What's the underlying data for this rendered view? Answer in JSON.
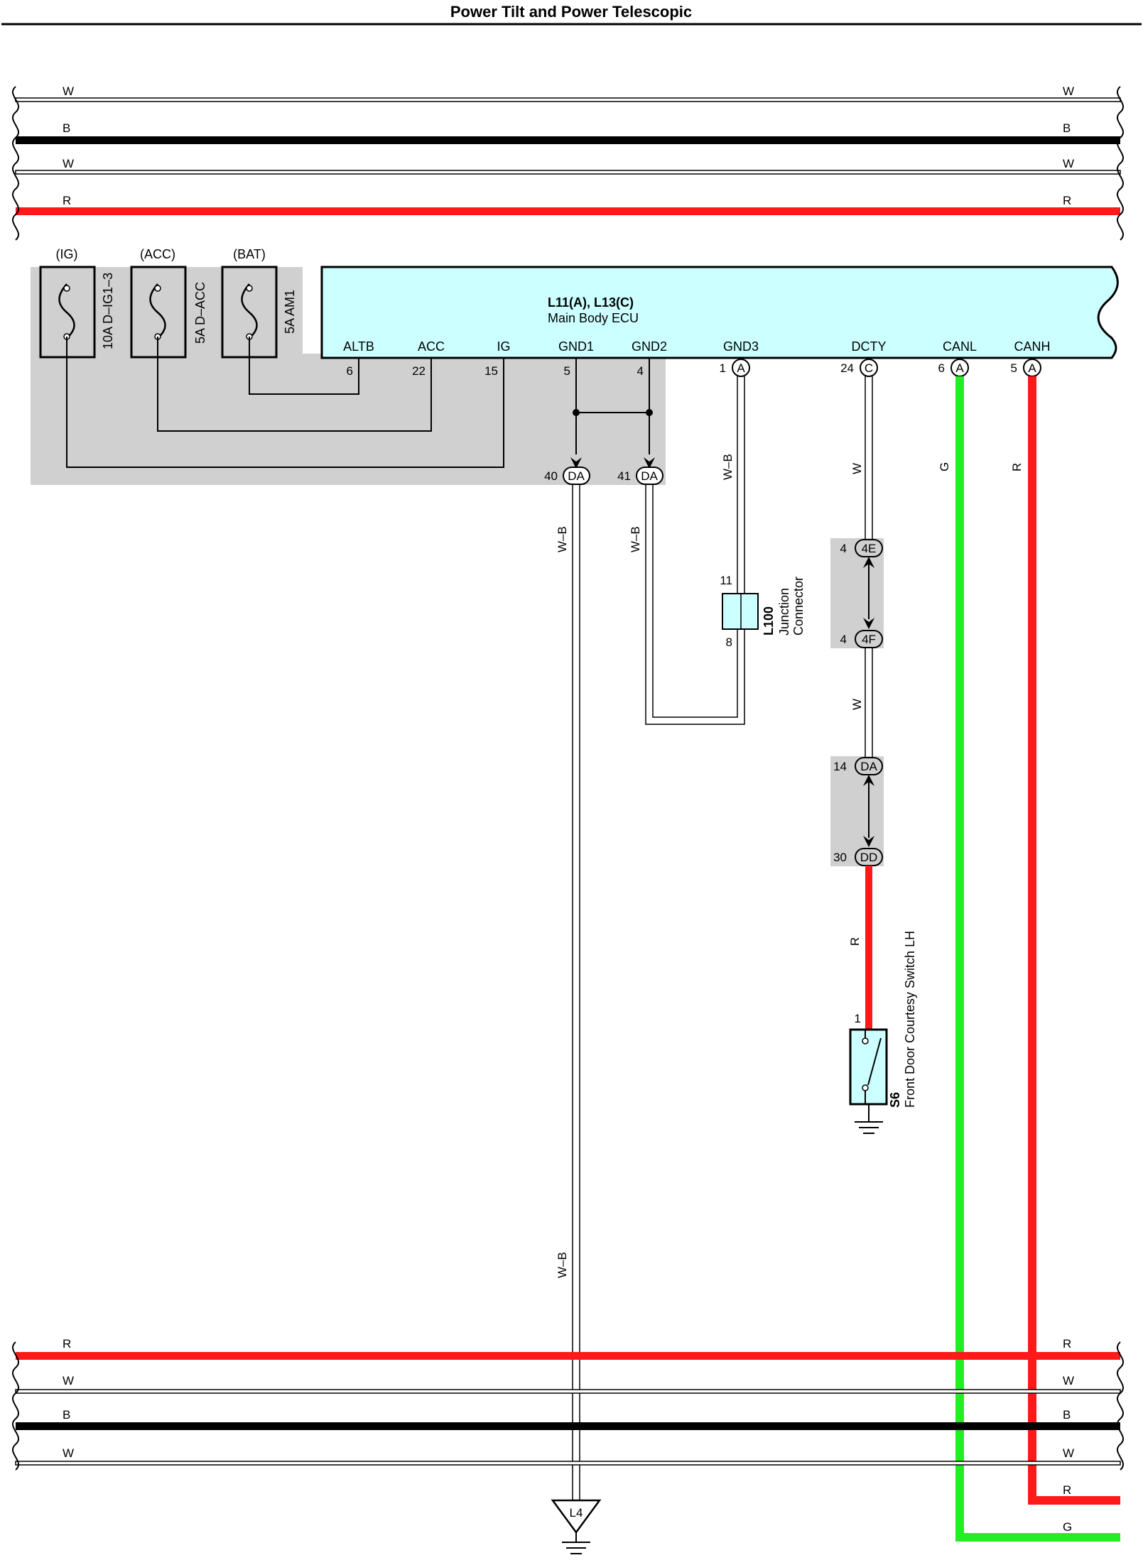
{
  "title": "Power Tilt and Power Telescopic",
  "colors": {
    "red": "#ff1a1a",
    "green": "#22ee22",
    "black": "#000000",
    "ecu_fill": "#ccffff",
    "shade": "#d0d0d0"
  },
  "bus_top": [
    {
      "code": "W"
    },
    {
      "code": "B"
    },
    {
      "code": "W"
    },
    {
      "code": "R"
    }
  ],
  "bus_bottom": [
    {
      "code": "R"
    },
    {
      "code": "W"
    },
    {
      "code": "B"
    },
    {
      "code": "W"
    }
  ],
  "fuses": [
    {
      "source": "(IG)",
      "name": "10A D–IG1–3"
    },
    {
      "source": "(ACC)",
      "name": "5A D–ACC"
    },
    {
      "source": "(BAT)",
      "name": "5A AM1"
    }
  ],
  "ecu": {
    "code": "L11(A), L13(C)",
    "name": "Main Body ECU",
    "terminals": [
      {
        "name": "ALTB",
        "pin": "6"
      },
      {
        "name": "ACC",
        "pin": "22"
      },
      {
        "name": "IG",
        "pin": "15"
      },
      {
        "name": "GND1",
        "pin": "5"
      },
      {
        "name": "GND2",
        "pin": "4"
      },
      {
        "name": "GND3",
        "pin": "1",
        "connector": "A"
      },
      {
        "name": "DCTY",
        "pin": "24",
        "connector": "C"
      },
      {
        "name": "CANL",
        "pin": "6",
        "connector": "A"
      },
      {
        "name": "CANH",
        "pin": "5",
        "connector": "A"
      }
    ]
  },
  "da_connectors": [
    {
      "pin": "40",
      "label": "DA"
    },
    {
      "pin": "41",
      "label": "DA"
    }
  ],
  "wires": {
    "gnd1": "W–B",
    "gnd2": "W–B",
    "gnd3": "W–B",
    "gnd1_lower": "W–B",
    "dcty_upper": "W",
    "dcty_mid": "W",
    "dcty_lower": "R",
    "canl": "G",
    "canh": "R"
  },
  "junction_connector": {
    "code": "L100",
    "name": "Junction Connector",
    "pin_top": "11",
    "pin_bottom": "8"
  },
  "inline_connectors": [
    {
      "pin": "4",
      "label": "4E"
    },
    {
      "pin": "4",
      "label": "4F"
    },
    {
      "pin": "14",
      "label": "DA"
    },
    {
      "pin": "30",
      "label": "DD"
    }
  ],
  "switch": {
    "code": "S6",
    "name": "Front Door Courtesy Switch LH",
    "pin": "1"
  },
  "ground": {
    "label": "L4"
  },
  "right_exits": [
    {
      "code": "R"
    },
    {
      "code": "G"
    }
  ]
}
